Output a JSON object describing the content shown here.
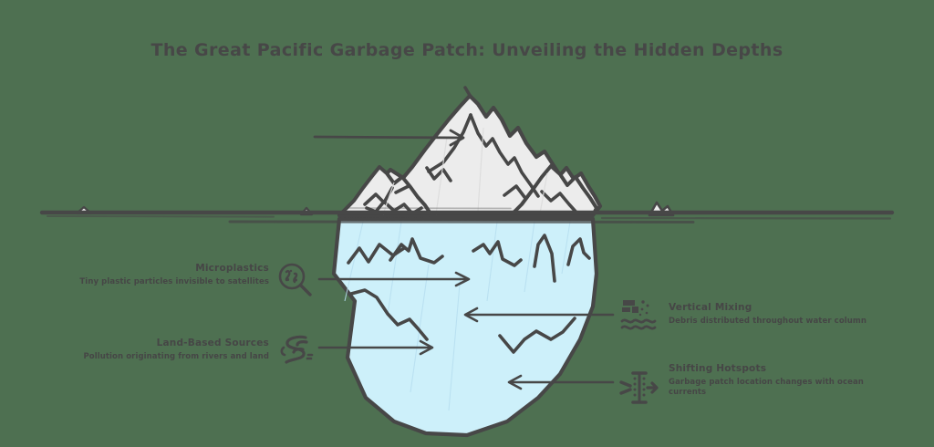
{
  "page": {
    "title": "The Great Pacific Garbage Patch: Unveiling the Hidden Depths",
    "background_color": "#4e7051",
    "ink_color": "#474747",
    "iceberg_above_fill": "#ececec",
    "iceberg_below_fill": "#cdf0fa"
  },
  "callouts": [
    {
      "id": "microplastics",
      "side": "left",
      "title": "Microplastics",
      "description": "Tiny plastic particles invisible to satellites",
      "icon": "magnifier-particles-icon"
    },
    {
      "id": "land-based-sources",
      "side": "left",
      "title": "Land-Based Sources",
      "description": "Pollution originating from rivers and land",
      "icon": "winding-river-icon"
    },
    {
      "id": "vertical-mixing",
      "side": "right",
      "title": "Vertical Mixing",
      "description": "Debris distributed throughout water column",
      "icon": "debris-waves-icon"
    },
    {
      "id": "shifting-hotspots",
      "side": "right",
      "title": "Shifting Hotspots",
      "description": "Garbage patch location changes with ocean currents",
      "icon": "ocean-current-arrow-icon"
    }
  ],
  "diagram": {
    "waterline_label": "sea-level-line",
    "peak_pointer_label": "",
    "above_water_label": "visible-iceberg-tip",
    "below_water_label": "submerged-iceberg-mass"
  }
}
